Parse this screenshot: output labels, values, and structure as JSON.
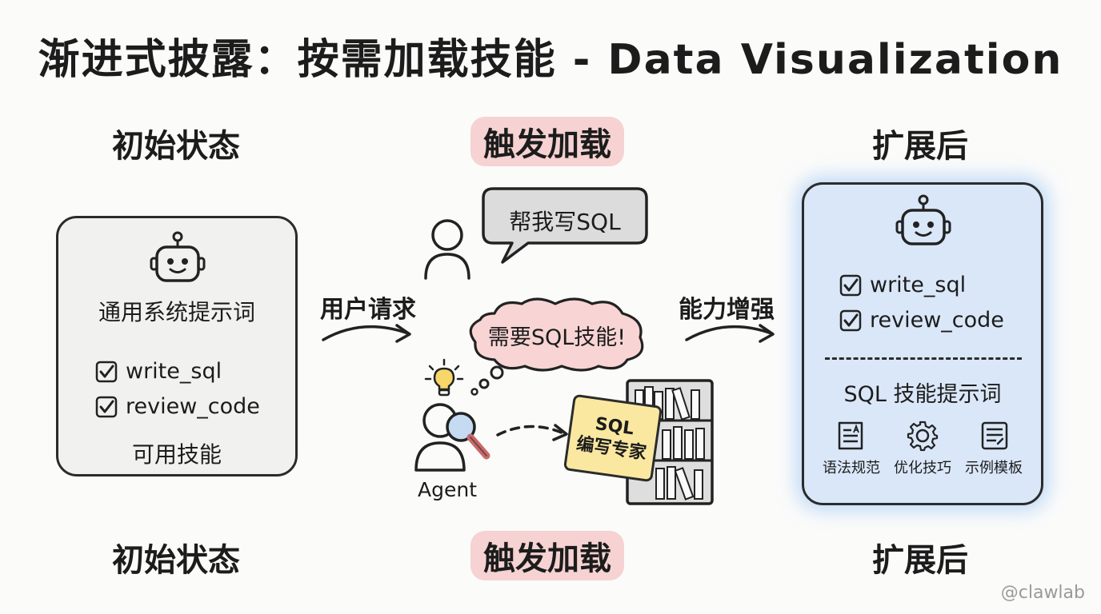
{
  "title": "渐进式披露：按需加载技能 - Data Visualization",
  "stages": {
    "initial": "初始状态",
    "trigger": "触发加载",
    "expanded": "扩展后"
  },
  "left_card": {
    "prompt_label": "通用系统提示词",
    "skills": [
      "write_sql",
      "review_code"
    ],
    "skills_caption": "可用技能"
  },
  "arrows": {
    "user_request": "用户请求",
    "capability_boost": "能力增强"
  },
  "middle": {
    "user_speech": "帮我写SQL",
    "agent_thought": "需要SQL技能!",
    "agent_label": "Agent",
    "skill_card_line1": "SQL",
    "skill_card_line2": "编写专家"
  },
  "right_card": {
    "skills": [
      "write_sql",
      "review_code"
    ],
    "sql_prompt_label": "SQL 技能提示词",
    "sub_items": [
      "语法规范",
      "优化技巧",
      "示例模板"
    ]
  },
  "watermark": "@clawlab",
  "colors": {
    "pill": "#f6d2d2",
    "left_card_bg": "#f1f1f0",
    "right_card_bg": "#dae7f8",
    "right_card_glow": "#96c3f5",
    "speech_bubble": "#dcdcdc",
    "thought_bubble": "#f8d4d4",
    "skill_card": "#fae8a0"
  },
  "icons": [
    "robot-icon",
    "check-icon",
    "user-icon",
    "agent-search-icon",
    "lightbulb-icon",
    "bookshelf-icon",
    "document-icon",
    "gear-icon",
    "template-icon"
  ]
}
